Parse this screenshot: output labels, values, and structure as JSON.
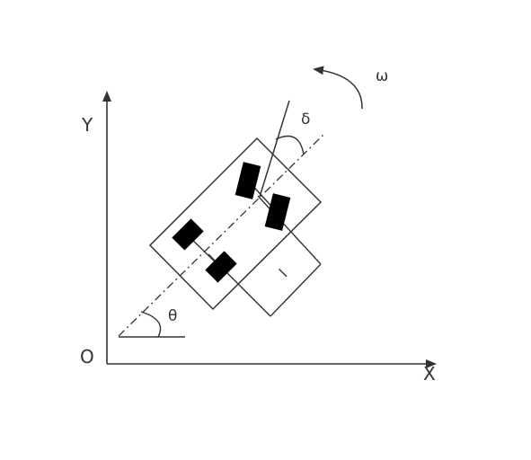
{
  "labels": {
    "y_axis": "Y",
    "x_axis": "X",
    "origin": "O",
    "theta": "θ",
    "delta": "δ",
    "omega": "ω",
    "length": "l"
  },
  "colors": {
    "stroke": "#333333",
    "wheel_fill": "#000000",
    "background": "#ffffff"
  }
}
